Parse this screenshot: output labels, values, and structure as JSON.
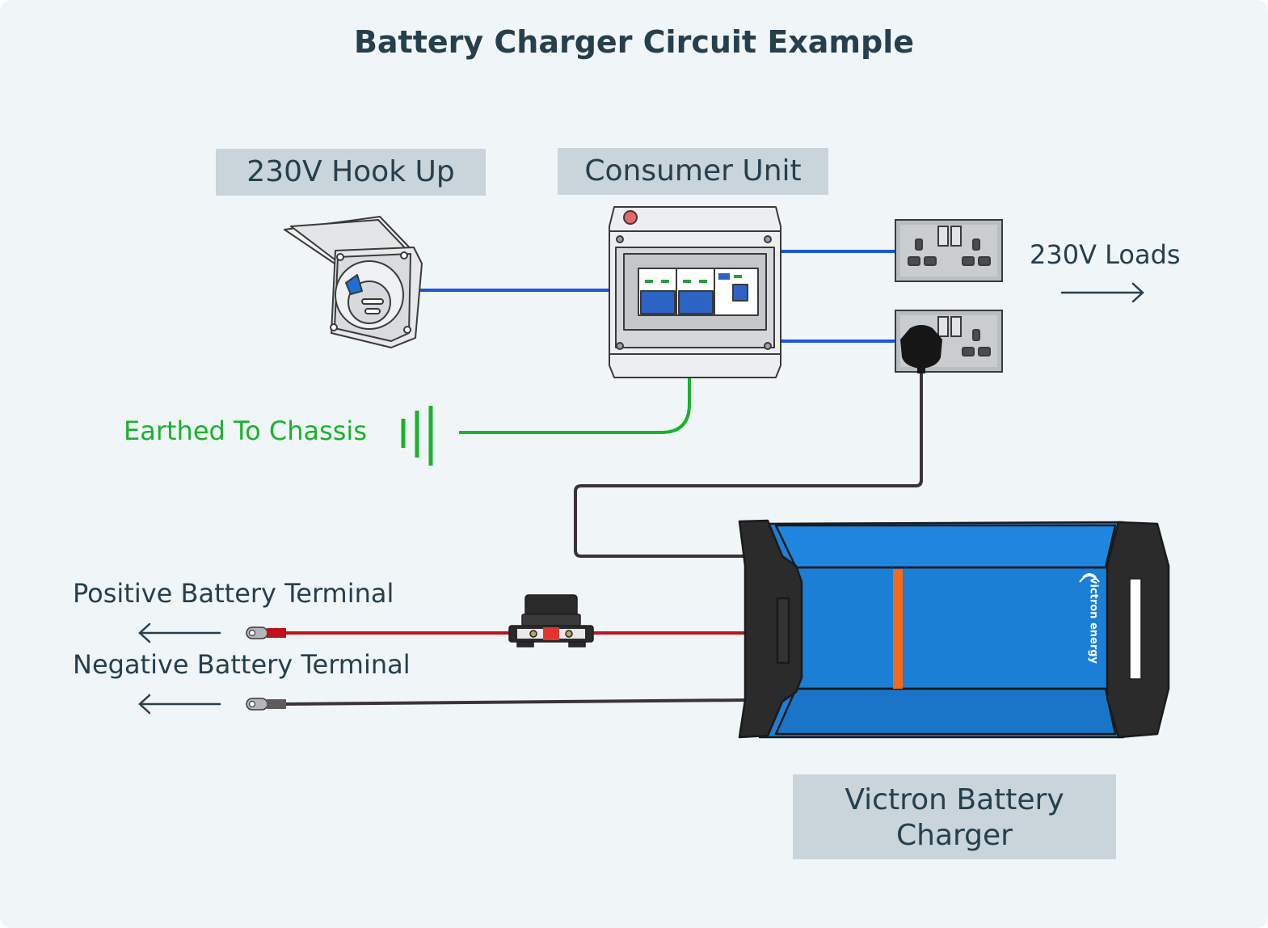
{
  "title": "Battery Charger Circuit Example",
  "labels": {
    "hookup": "230V Hook Up",
    "consumer_unit": "Consumer Unit",
    "loads": "230V Loads",
    "earth": "Earthed To Chassis",
    "positive": "Positive Battery Terminal",
    "negative": "Negative Battery Terminal",
    "charger_line1": "Victron Battery",
    "charger_line2": "Charger"
  },
  "charger_brand": "victron energy",
  "colors": {
    "background": "#f0f5f8",
    "label_box": "#c9d4db",
    "text": "#263f4c",
    "ac_wire": "#1a56e0",
    "earth_wire": "#18b32a",
    "positive_wire": "#c0121b",
    "negative_wire": "#3b3335",
    "charger_body": "#1b7fd6",
    "charger_stripe": "#f26a1b"
  },
  "icons": {
    "hookup": "hook-up-socket-icon",
    "consumer_unit": "consumer-unit-icon",
    "socket": "double-socket-icon",
    "plug": "plug-icon",
    "earth": "earth-symbol-icon",
    "fuse": "fuse-holder-icon",
    "lug": "ring-terminal-icon",
    "charger": "battery-charger-icon",
    "arrow_right": "arrow-right-icon",
    "arrow_left": "arrow-left-icon"
  }
}
